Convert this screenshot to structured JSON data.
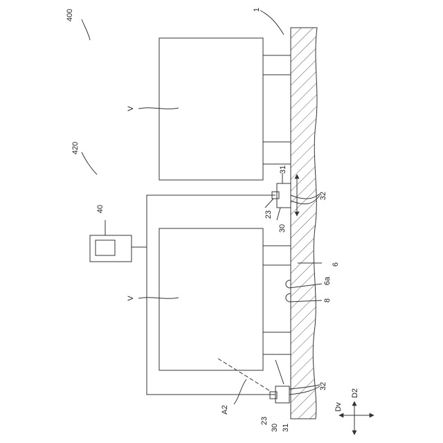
{
  "labels": {
    "fig_system": "400",
    "fig_unit": "420",
    "ref_1": "1",
    "vehicle_top": "V",
    "vehicle_bottom": "V",
    "controller": "40",
    "upper_31": "31",
    "upper_32": "32",
    "upper_23": "23",
    "upper_30": "30",
    "ref_6": "6",
    "ref_6a": "6a",
    "ref_8": "8",
    "lower_32": "32",
    "ref_A2": "A2",
    "lower_23": "23",
    "lower_30": "30",
    "lower_31": "31",
    "dir_dv": "Dv",
    "dir_d2": "D2"
  }
}
